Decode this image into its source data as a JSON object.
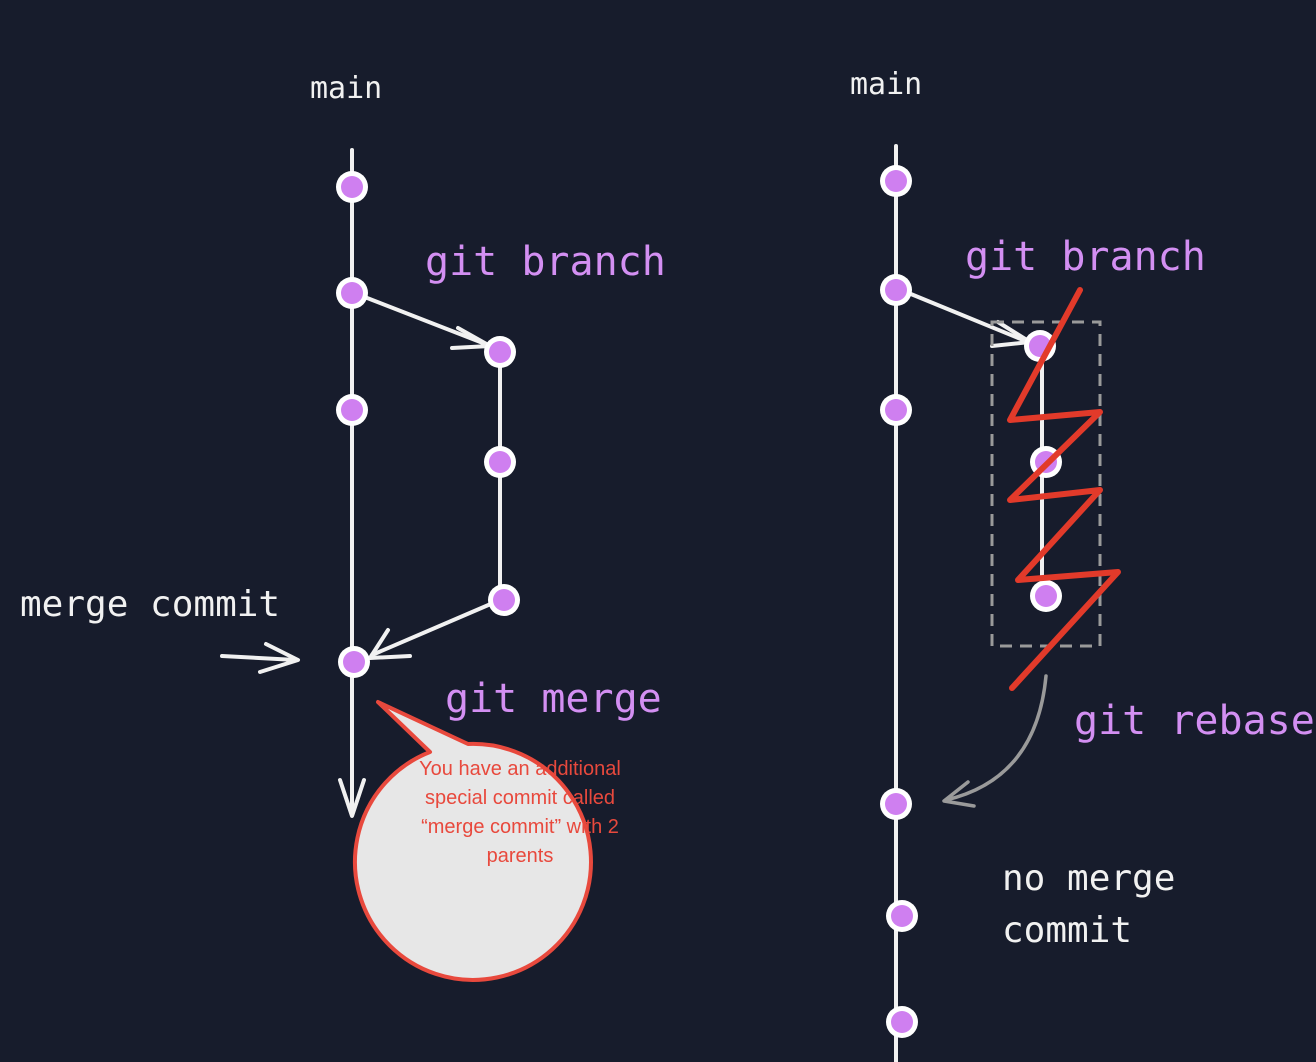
{
  "left_panel": {
    "branch_label": "main",
    "branch_cmd": "git branch",
    "merge_cmd": "git merge",
    "merge_commit_label": "merge commit",
    "callout": "You have an additional special commit called “merge commit” with 2 parents"
  },
  "right_panel": {
    "branch_label": "main",
    "branch_cmd": "git branch",
    "rebase_cmd": "git rebase",
    "no_merge_line1": "no merge",
    "no_merge_line2": "commit"
  },
  "colors": {
    "background": "#171c2c",
    "line": "#f1f1f1",
    "commit": "#cf7ff0",
    "command_text": "#d38ff2",
    "strike": "#e23a2a",
    "callout_fill": "#e7e7e7",
    "callout_border": "#e8493d",
    "dashed_box": "#9a9a9a"
  }
}
